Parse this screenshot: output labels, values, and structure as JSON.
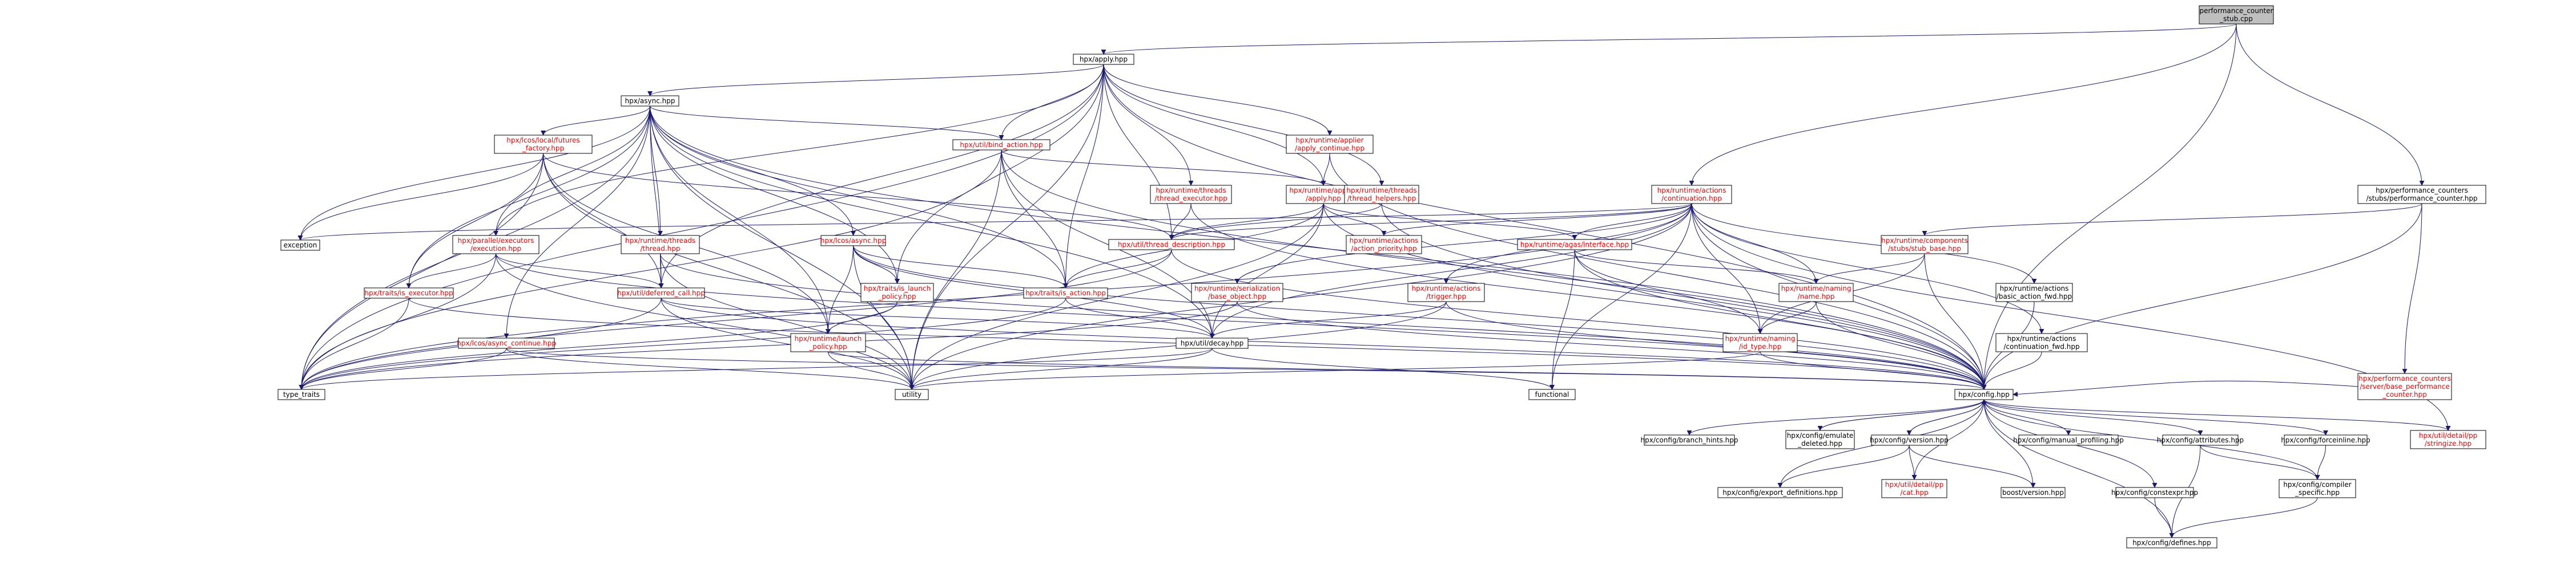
{
  "colors": {
    "root_fill": "#bfbfbf",
    "node_fill": "#ffffff",
    "node_stroke": "#000000",
    "red_text": "#ff0000",
    "text": "#000000",
    "edge": "#191970"
  },
  "nodes": {
    "root": {
      "lines": [
        "performance_counter",
        "_stub.cpp"
      ],
      "link": false,
      "root": true
    },
    "apply": {
      "lines": [
        "hpx/apply.hpp"
      ],
      "link": false
    },
    "pc_stub": {
      "lines": [
        "hpx/performance_counters",
        "/stubs/performance_counter.hpp"
      ],
      "link": false
    },
    "async": {
      "lines": [
        "hpx/async.hpp"
      ],
      "link": false
    },
    "applier_cont": {
      "lines": [
        "hpx/runtime/applier",
        "/apply_continue.hpp"
      ],
      "link": true
    },
    "lcos_futures": {
      "lines": [
        "hpx/lcos/local/futures",
        "_factory.hpp"
      ],
      "link": true
    },
    "bind_action": {
      "lines": [
        "hpx/util/bind_action.hpp"
      ],
      "link": true
    },
    "applier_apply": {
      "lines": [
        "hpx/runtime/applier",
        "/apply.hpp"
      ],
      "link": true
    },
    "thread_helpers": {
      "lines": [
        "hpx/runtime/threads",
        "/thread_helpers.hpp"
      ],
      "link": true
    },
    "actions_cont": {
      "lines": [
        "hpx/runtime/actions",
        "/continuation.hpp"
      ],
      "link": true
    },
    "thread_exec": {
      "lines": [
        "hpx/runtime/threads",
        "/thread_executor.hpp"
      ],
      "link": true
    },
    "parallel_exec": {
      "lines": [
        "hpx/parallel/executors",
        "/execution.hpp"
      ],
      "link": true
    },
    "threads_thread": {
      "lines": [
        "hpx/runtime/threads",
        "/thread.hpp"
      ],
      "link": true
    },
    "lcos_async": {
      "lines": [
        "hpx/lcos/async.hpp"
      ],
      "link": true
    },
    "thread_desc": {
      "lines": [
        "hpx/util/thread_description.hpp"
      ],
      "link": true
    },
    "action_priority": {
      "lines": [
        "hpx/runtime/actions",
        "/action_priority.hpp"
      ],
      "link": true
    },
    "agas_iface": {
      "lines": [
        "hpx/runtime/agas/interface.hpp"
      ],
      "link": true
    },
    "stub_base": {
      "lines": [
        "hpx/runtime/components",
        "/stubs/stub_base.hpp"
      ],
      "link": true
    },
    "exception": {
      "lines": [
        "exception"
      ],
      "link": false
    },
    "is_executor": {
      "lines": [
        "hpx/traits/is_executor.hpp"
      ],
      "link": true
    },
    "deferred_call": {
      "lines": [
        "hpx/util/deferred_call.hpp"
      ],
      "link": true
    },
    "is_launch": {
      "lines": [
        "hpx/traits/is_launch",
        "_policy.hpp"
      ],
      "link": true
    },
    "is_action": {
      "lines": [
        "hpx/traits/is_action.hpp"
      ],
      "link": true
    },
    "base_object": {
      "lines": [
        "hpx/runtime/serialization",
        "/base_object.hpp"
      ],
      "link": true
    },
    "trigger": {
      "lines": [
        "hpx/runtime/actions",
        "/trigger.hpp"
      ],
      "link": true
    },
    "naming_name": {
      "lines": [
        "hpx/runtime/naming",
        "/name.hpp"
      ],
      "link": true
    },
    "basic_action_fwd": {
      "lines": [
        "hpx/runtime/actions",
        "/basic_action_fwd.hpp"
      ],
      "link": false
    },
    "server_base_pc": {
      "lines": [
        "hpx/performance_counters",
        "/server/base_performance",
        "_counter.hpp"
      ],
      "link": true
    },
    "async_continue": {
      "lines": [
        "hpx/lcos/async_continue.hpp"
      ],
      "link": true
    },
    "launch_policy": {
      "lines": [
        "hpx/runtime/launch",
        "_policy.hpp"
      ],
      "link": true
    },
    "decay": {
      "lines": [
        "hpx/util/decay.hpp"
      ],
      "link": false
    },
    "id_type": {
      "lines": [
        "hpx/runtime/naming",
        "/id_type.hpp"
      ],
      "link": true
    },
    "cont_fwd": {
      "lines": [
        "hpx/runtime/actions",
        "/continuation_fwd.hpp"
      ],
      "link": false
    },
    "type_traits": {
      "lines": [
        "type_traits"
      ],
      "link": false
    },
    "utility": {
      "lines": [
        "utility"
      ],
      "link": false
    },
    "functional": {
      "lines": [
        "functional"
      ],
      "link": false
    },
    "config": {
      "lines": [
        "hpx/config.hpp"
      ],
      "link": false
    },
    "branch_hints": {
      "lines": [
        "hpx/config/branch_hints.hpp"
      ],
      "link": false
    },
    "emulate_deleted": {
      "lines": [
        "hpx/config/emulate",
        "_deleted.hpp"
      ],
      "link": false
    },
    "cfg_version": {
      "lines": [
        "hpx/config/version.hpp"
      ],
      "link": false
    },
    "manual_profiling": {
      "lines": [
        "hpx/config/manual_profiling.hpp"
      ],
      "link": false
    },
    "cfg_attributes": {
      "lines": [
        "hpx/config/attributes.hpp"
      ],
      "link": false
    },
    "forceinline": {
      "lines": [
        "hpx/config/forceinline.hpp"
      ],
      "link": false
    },
    "stringize": {
      "lines": [
        "hpx/util/detail/pp",
        "/stringize.hpp"
      ],
      "link": true
    },
    "export_defs": {
      "lines": [
        "hpx/config/export_definitions.hpp"
      ],
      "link": false
    },
    "cat": {
      "lines": [
        "hpx/util/detail/pp",
        "/cat.hpp"
      ],
      "link": true
    },
    "boost_version": {
      "lines": [
        "boost/version.hpp"
      ],
      "link": false
    },
    "constexpr": {
      "lines": [
        "hpx/config/constexpr.hpp"
      ],
      "link": false
    },
    "compiler_specific": {
      "lines": [
        "hpx/config/compiler",
        "_specific.hpp"
      ],
      "link": false
    },
    "defines": {
      "lines": [
        "hpx/config/defines.hpp"
      ],
      "link": false
    }
  },
  "edges": [
    [
      "root",
      "apply"
    ],
    [
      "root",
      "pc_stub"
    ],
    [
      "root",
      "actions_cont"
    ],
    [
      "root",
      "config"
    ],
    [
      "apply",
      "async"
    ],
    [
      "apply",
      "applier_cont"
    ],
    [
      "apply",
      "applier_apply"
    ],
    [
      "apply",
      "bind_action"
    ],
    [
      "apply",
      "thread_helpers"
    ],
    [
      "apply",
      "thread_exec"
    ],
    [
      "apply",
      "parallel_exec"
    ],
    [
      "apply",
      "thread_desc"
    ],
    [
      "apply",
      "deferred_call"
    ],
    [
      "apply",
      "is_launch"
    ],
    [
      "apply",
      "is_action"
    ],
    [
      "apply",
      "type_traits"
    ],
    [
      "apply",
      "utility"
    ],
    [
      "apply",
      "config"
    ],
    [
      "async",
      "lcos_futures"
    ],
    [
      "async",
      "bind_action"
    ],
    [
      "async",
      "lcos_async"
    ],
    [
      "async",
      "threads_thread"
    ],
    [
      "async",
      "parallel_exec"
    ],
    [
      "async",
      "deferred_call"
    ],
    [
      "async",
      "is_executor"
    ],
    [
      "async",
      "is_launch"
    ],
    [
      "async",
      "is_action"
    ],
    [
      "async",
      "async_continue"
    ],
    [
      "async",
      "launch_policy"
    ],
    [
      "async",
      "decay"
    ],
    [
      "async",
      "type_traits"
    ],
    [
      "async",
      "utility"
    ],
    [
      "async",
      "exception"
    ],
    [
      "async",
      "config"
    ],
    [
      "applier_cont",
      "applier_apply"
    ],
    [
      "applier_cont",
      "config"
    ],
    [
      "lcos_futures",
      "deferred_call"
    ],
    [
      "lcos_futures",
      "is_executor"
    ],
    [
      "lcos_futures",
      "launch_policy"
    ],
    [
      "lcos_futures",
      "exception"
    ],
    [
      "lcos_futures",
      "utility"
    ],
    [
      "lcos_futures",
      "type_traits"
    ],
    [
      "lcos_futures",
      "thread_desc"
    ],
    [
      "bind_action",
      "applier_apply"
    ],
    [
      "bind_action",
      "is_action"
    ],
    [
      "bind_action",
      "decay"
    ],
    [
      "bind_action",
      "type_traits"
    ],
    [
      "bind_action",
      "utility"
    ],
    [
      "bind_action",
      "config"
    ],
    [
      "applier_apply",
      "thread_desc"
    ],
    [
      "applier_apply",
      "action_priority"
    ],
    [
      "applier_apply",
      "agas_iface"
    ],
    [
      "applier_apply",
      "is_action"
    ],
    [
      "applier_apply",
      "decay"
    ],
    [
      "applier_apply",
      "utility"
    ],
    [
      "applier_apply",
      "config"
    ],
    [
      "thread_helpers",
      "thread_desc"
    ],
    [
      "thread_helpers",
      "config"
    ],
    [
      "actions_cont",
      "thread_desc"
    ],
    [
      "actions_cont",
      "action_priority"
    ],
    [
      "actions_cont",
      "agas_iface"
    ],
    [
      "actions_cont",
      "base_object"
    ],
    [
      "actions_cont",
      "trigger"
    ],
    [
      "actions_cont",
      "naming_name"
    ],
    [
      "actions_cont",
      "id_type"
    ],
    [
      "actions_cont",
      "basic_action_fwd"
    ],
    [
      "actions_cont",
      "cont_fwd"
    ],
    [
      "actions_cont",
      "decay"
    ],
    [
      "actions_cont",
      "type_traits"
    ],
    [
      "actions_cont",
      "utility"
    ],
    [
      "actions_cont",
      "exception"
    ],
    [
      "actions_cont",
      "functional"
    ],
    [
      "actions_cont",
      "config"
    ],
    [
      "actions_cont",
      "stringize"
    ],
    [
      "thread_exec",
      "thread_desc"
    ],
    [
      "thread_exec",
      "config"
    ],
    [
      "parallel_exec",
      "is_executor"
    ],
    [
      "parallel_exec",
      "deferred_call"
    ],
    [
      "parallel_exec",
      "type_traits"
    ],
    [
      "parallel_exec",
      "utility"
    ],
    [
      "parallel_exec",
      "config"
    ],
    [
      "threads_thread",
      "deferred_call"
    ],
    [
      "threads_thread",
      "config"
    ],
    [
      "threads_thread",
      "utility"
    ],
    [
      "lcos_async",
      "is_launch"
    ],
    [
      "lcos_async",
      "is_action"
    ],
    [
      "lcos_async",
      "launch_policy"
    ],
    [
      "lcos_async",
      "decay"
    ],
    [
      "lcos_async",
      "config"
    ],
    [
      "lcos_async",
      "utility"
    ],
    [
      "thread_desc",
      "is_action"
    ],
    [
      "thread_desc",
      "type_traits"
    ],
    [
      "thread_desc",
      "config"
    ],
    [
      "agas_iface",
      "naming_name"
    ],
    [
      "agas_iface",
      "id_type"
    ],
    [
      "agas_iface",
      "config"
    ],
    [
      "agas_iface",
      "functional"
    ],
    [
      "stub_base",
      "naming_name"
    ],
    [
      "stub_base",
      "id_type"
    ],
    [
      "stub_base",
      "config"
    ],
    [
      "pc_stub",
      "stub_base"
    ],
    [
      "pc_stub",
      "server_base_pc"
    ],
    [
      "pc_stub",
      "config"
    ],
    [
      "server_base_pc",
      "config"
    ],
    [
      "is_executor",
      "type_traits"
    ],
    [
      "is_executor",
      "config"
    ],
    [
      "deferred_call",
      "decay"
    ],
    [
      "deferred_call",
      "type_traits"
    ],
    [
      "deferred_call",
      "utility"
    ],
    [
      "deferred_call",
      "config"
    ],
    [
      "is_launch",
      "launch_policy"
    ],
    [
      "is_launch",
      "type_traits"
    ],
    [
      "is_action",
      "decay"
    ],
    [
      "is_action",
      "type_traits"
    ],
    [
      "base_object",
      "config"
    ],
    [
      "base_object",
      "type_traits"
    ],
    [
      "trigger",
      "decay"
    ],
    [
      "trigger",
      "utility"
    ],
    [
      "trigger",
      "config"
    ],
    [
      "naming_name",
      "id_type"
    ],
    [
      "naming_name",
      "config"
    ],
    [
      "basic_action_fwd",
      "config"
    ],
    [
      "async_continue",
      "config"
    ],
    [
      "async_continue",
      "type_traits"
    ],
    [
      "async_continue",
      "utility"
    ],
    [
      "launch_policy",
      "config"
    ],
    [
      "launch_policy",
      "utility"
    ],
    [
      "decay",
      "type_traits"
    ],
    [
      "decay",
      "utility"
    ],
    [
      "decay",
      "functional"
    ],
    [
      "id_type",
      "config"
    ],
    [
      "id_type",
      "utility"
    ],
    [
      "cont_fwd",
      "config"
    ],
    [
      "config",
      "branch_hints"
    ],
    [
      "config",
      "emulate_deleted"
    ],
    [
      "config",
      "cfg_version"
    ],
    [
      "config",
      "manual_profiling"
    ],
    [
      "config",
      "cfg_attributes"
    ],
    [
      "config",
      "forceinline"
    ],
    [
      "config",
      "stringize"
    ],
    [
      "config",
      "export_defs"
    ],
    [
      "config",
      "cat"
    ],
    [
      "config",
      "boost_version"
    ],
    [
      "config",
      "constexpr"
    ],
    [
      "config",
      "compiler_specific"
    ],
    [
      "config",
      "defines"
    ],
    [
      "emulate_deleted",
      "config"
    ],
    [
      "cfg_version",
      "config"
    ],
    [
      "cfg_version",
      "export_defs"
    ],
    [
      "cfg_version",
      "cat"
    ],
    [
      "cfg_version",
      "boost_version"
    ],
    [
      "cfg_attributes",
      "compiler_specific"
    ],
    [
      "cfg_attributes",
      "defines"
    ],
    [
      "forceinline",
      "compiler_specific"
    ],
    [
      "constexpr",
      "defines"
    ],
    [
      "compiler_specific",
      "defines"
    ]
  ]
}
